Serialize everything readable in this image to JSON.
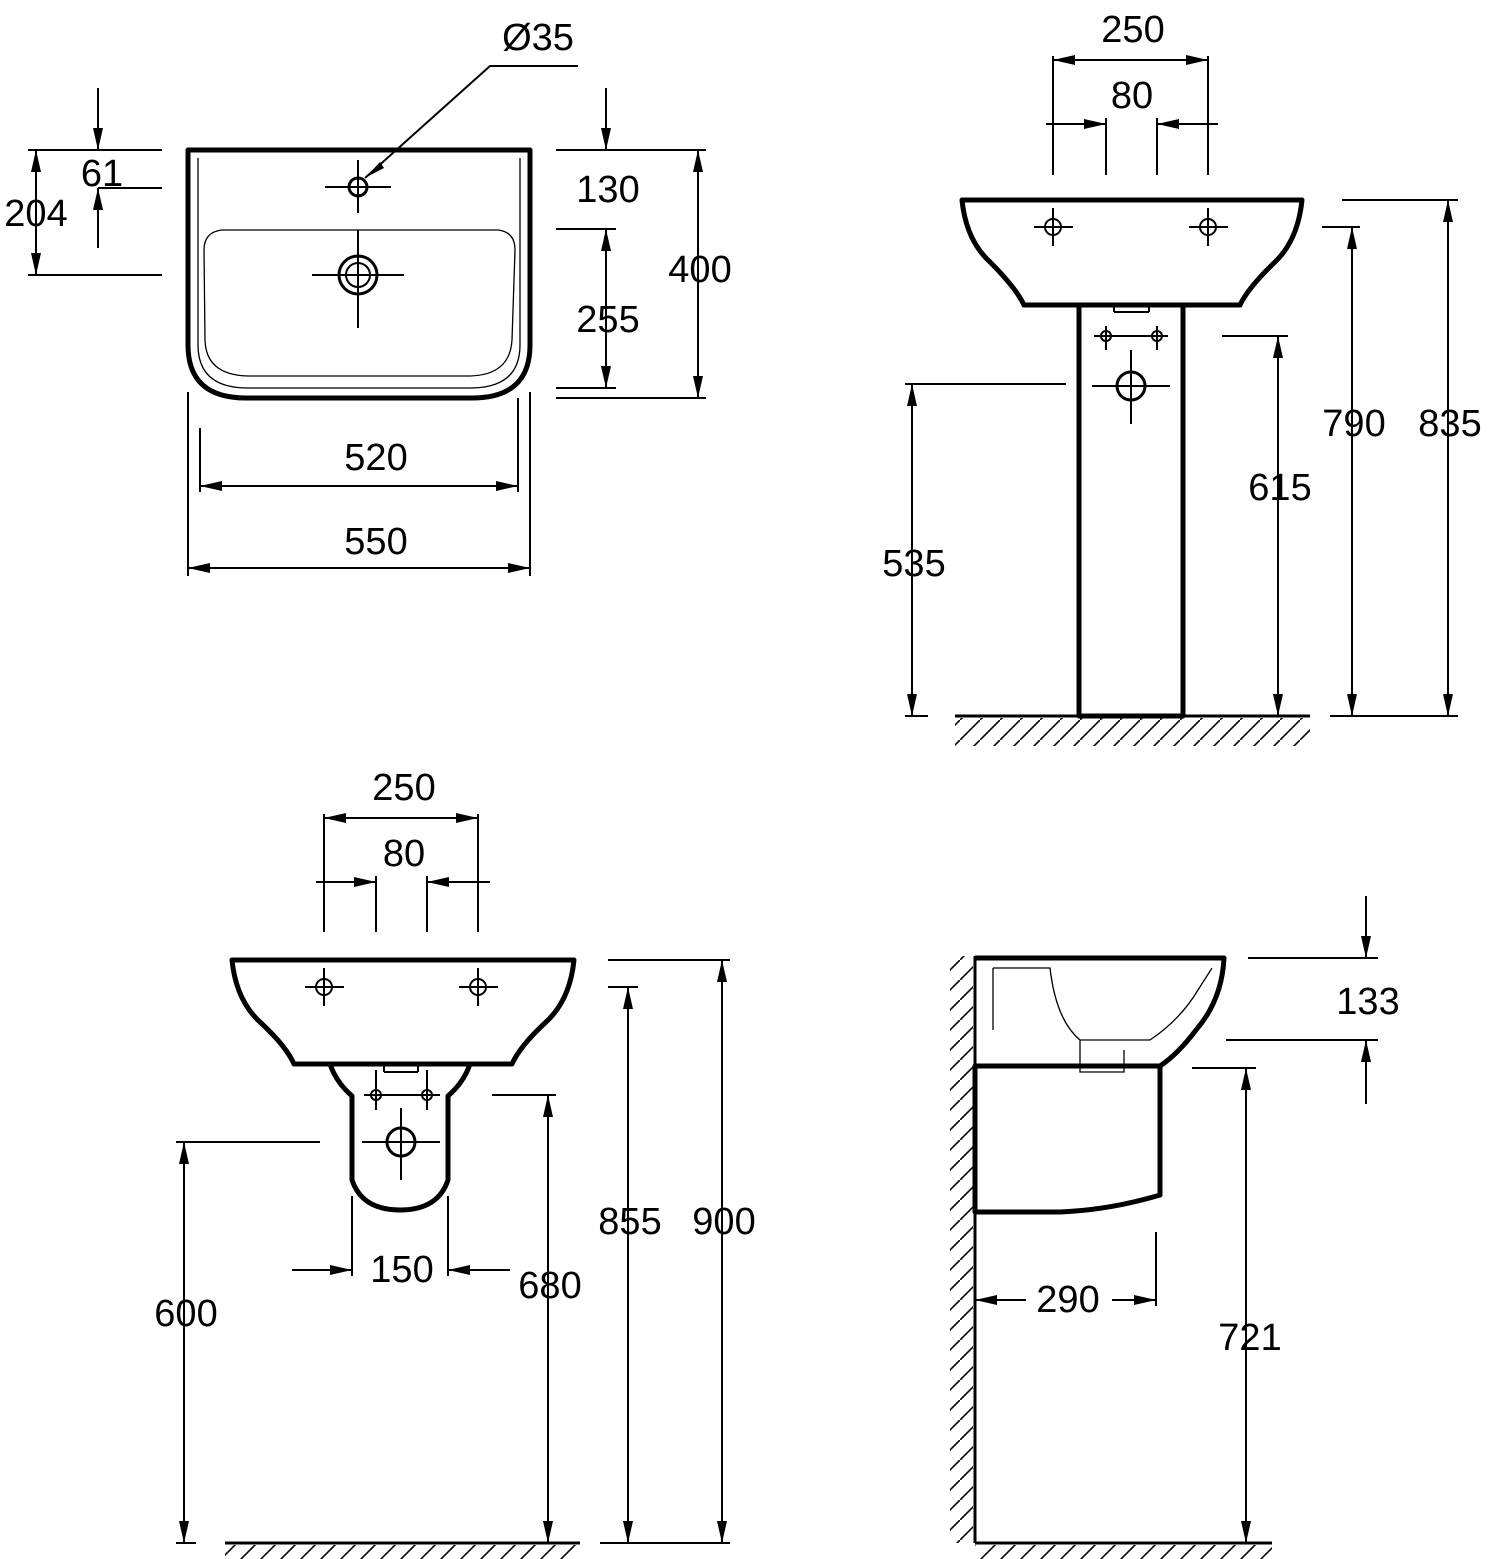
{
  "colors": {
    "line": "#000000",
    "background": "#ffffff"
  },
  "views": {
    "top_view": {
      "d35": "Ø35",
      "d61": "61",
      "d204": "204",
      "d130": "130",
      "d255": "255",
      "d400": "400",
      "d520": "520",
      "d550": "550"
    },
    "pedestal_front": {
      "d250": "250",
      "d80": "80",
      "d535": "535",
      "d615": "615",
      "d790": "790",
      "d835": "835"
    },
    "semipedestal_front": {
      "d250": "250",
      "d80": "80",
      "d150": "150",
      "d600": "600",
      "d680": "680",
      "d855": "855",
      "d900": "900"
    },
    "side_view": {
      "d133": "133",
      "d290": "290",
      "d721": "721"
    }
  }
}
